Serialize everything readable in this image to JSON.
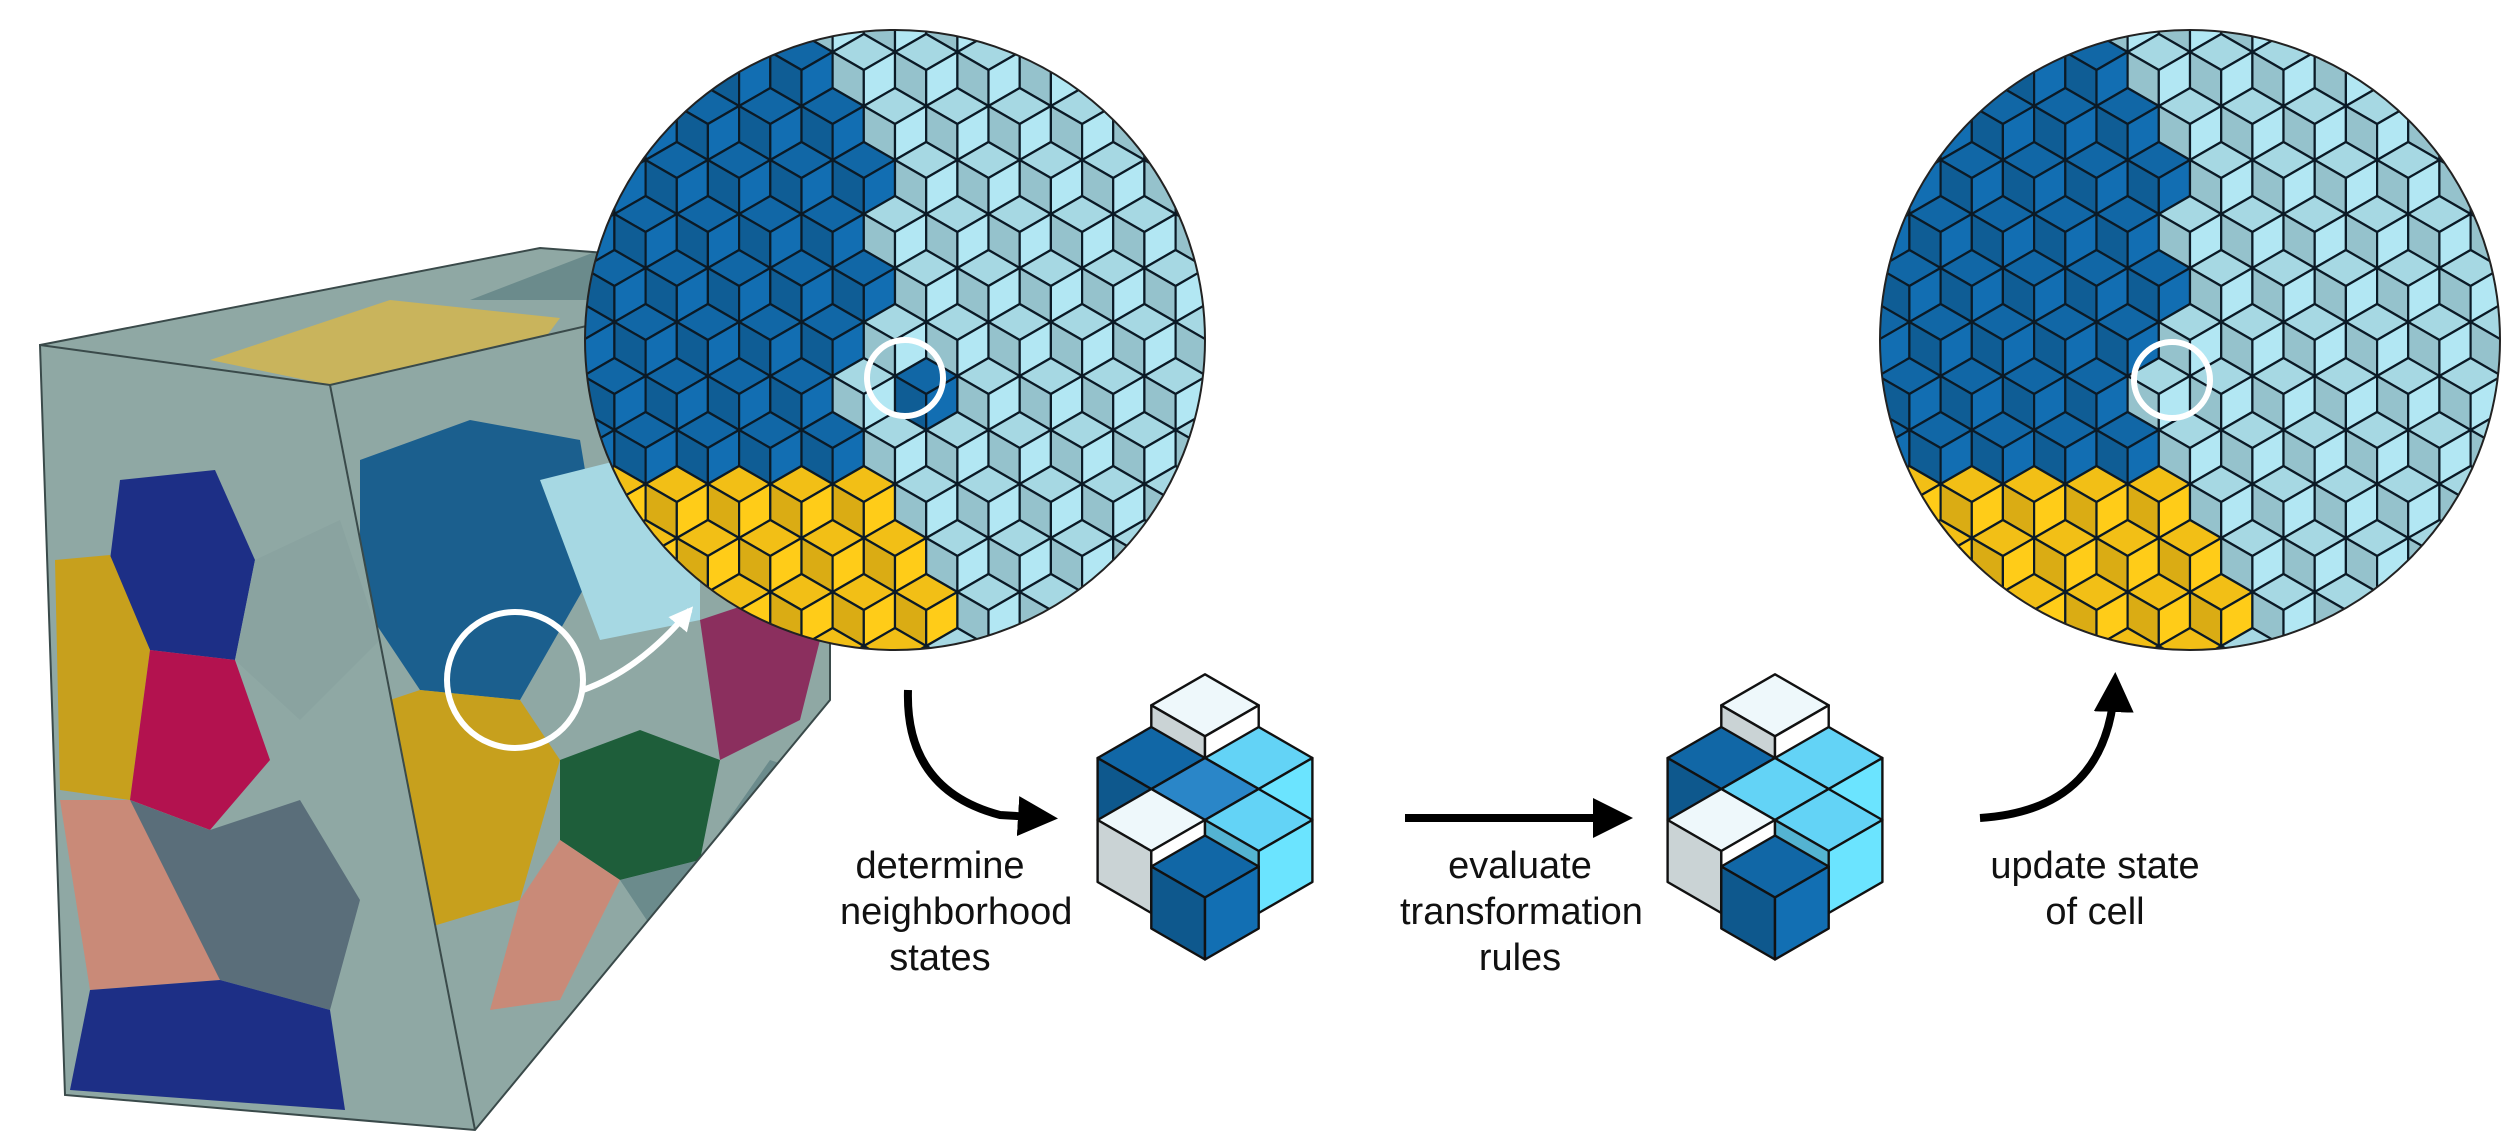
{
  "colors": {
    "dark_blue": "#1167a6",
    "light_blue": "#a6d8e3",
    "yellow": "#f2bf16",
    "neighborhood_mid_blue": "#2a86c8",
    "neighborhood_cyan": "#63d3f6",
    "neighborhood_pale": "#eef8fb",
    "grain_palette": [
      "#1d2f86",
      "#c9b45c",
      "#1b5f8e",
      "#b3124f",
      "#c7a01d",
      "#1e5e3a",
      "#8aa3a0",
      "#c98a78",
      "#5a6e7a",
      "#8b2f5e",
      "#6b8b8c"
    ]
  },
  "steps": [
    {
      "id": "determine",
      "lines": [
        "determine",
        "neighborhood",
        "states"
      ]
    },
    {
      "id": "evaluate",
      "lines": [
        "evaluate",
        "transformation",
        "rules"
      ]
    },
    {
      "id": "update",
      "lines": [
        "update state",
        "of cell"
      ]
    }
  ]
}
